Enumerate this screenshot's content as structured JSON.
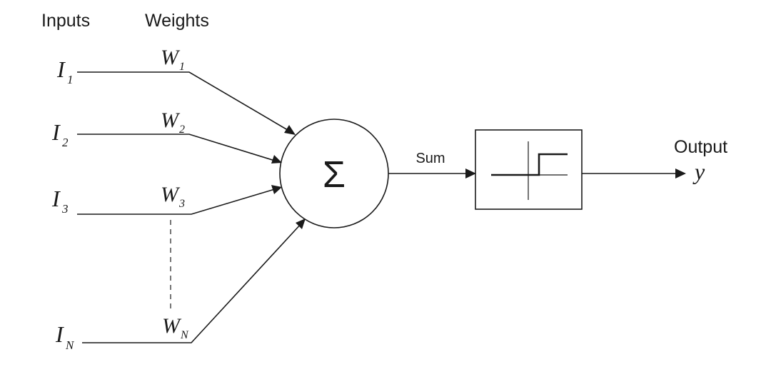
{
  "headers": {
    "inputs": "Inputs",
    "weights": "Weights"
  },
  "inputs": [
    {
      "base": "I",
      "sub": "1"
    },
    {
      "base": "I",
      "sub": "2"
    },
    {
      "base": "I",
      "sub": "3"
    },
    {
      "base": "I",
      "sub": "N"
    }
  ],
  "weights": [
    {
      "base": "W",
      "sub": "1"
    },
    {
      "base": "W",
      "sub": "2"
    },
    {
      "base": "W",
      "sub": "3"
    },
    {
      "base": "W",
      "sub": "N"
    }
  ],
  "summation": {
    "symbol": "Σ",
    "sum_label": "Sum"
  },
  "output": {
    "label": "Output",
    "symbol": "y"
  },
  "colors": {
    "stroke": "#1a1a1a",
    "background": "#ffffff"
  }
}
